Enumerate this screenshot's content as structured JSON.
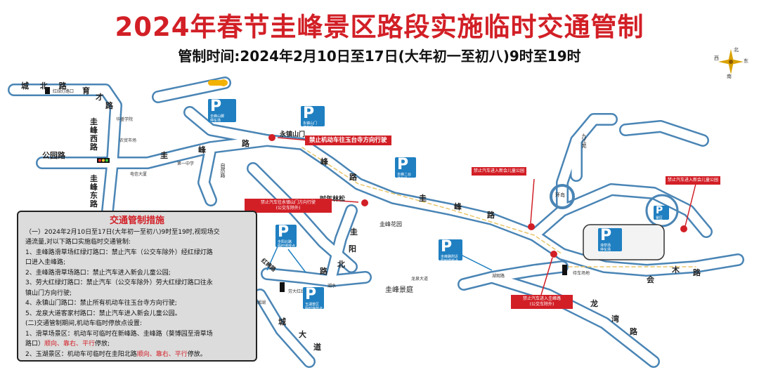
{
  "title": "2024年春节圭峰景区路段实施临时交通管制",
  "subtitle": "管制时间:2024年2月10日至17日(大年初一至初八)9时至19时",
  "compass": {
    "n": "北",
    "s": "南",
    "e": "东",
    "w": "西"
  },
  "roads": {
    "chengbeilu": "城 北 路",
    "yucailu_1": "育",
    "yucailu_2": "才",
    "yucailu_3": "路",
    "guifengxilu_1": "圭",
    "guifengxilu_2": "峰",
    "guifengxilu_3": "西",
    "guifengxilu_4": "路",
    "gongyuanlu": "公园路",
    "guifengdonglu_1": "圭",
    "guifengdonglu_2": "峰",
    "guifengdonglu_3": "东",
    "guifengdonglu_4": "路",
    "guifenglu_1": "圭",
    "guifenglu_2": "峰",
    "guifenglu_3": "路",
    "guifenglu_e1": "圭",
    "guifenglu_e2": "峰",
    "guifenglu_e3": "路",
    "guiyangbeilu_1": "圭",
    "guiyangbeilu_2": "阳",
    "guiyangbeilu_3": "北",
    "guiyangbeilu_4": "路",
    "hongmianlu": "红棉路",
    "longhulu_1": "龙",
    "longhulu_2": "湾",
    "longhulu_3": "路",
    "huimulu_1": "会",
    "huimulu_2": "木",
    "huimulu_3": "路",
    "chengdadao_1": "城",
    "chengdadao_2": "大",
    "chengdadao_3": "道",
    "ziranlu": "自然路",
    "jiujiangyuan": "九江苑",
    "yongzhenshanmen": "永镇山门",
    "shiniandaolu": "时年林松",
    "guifenghuayuan": "圭峰花园",
    "guifengjingting": "圭峰景庭",
    "huanzhen": "环岛",
    "longhu": "湖水"
  },
  "small_labels": {
    "s1": "红绿灯路口",
    "s2": "华盛学院",
    "s3": "农贸市场",
    "s4": "电信大厦",
    "s5": "第一中学",
    "s6": "湖观路",
    "s7": "待车场地",
    "s8": "湘湖",
    "s9": "劳大红绿灯",
    "s10": "龙泉大道"
  },
  "parking": [
    {
      "p": "P",
      "t1": "圭峰山脚",
      "t2": "停车场"
    },
    {
      "p": "P",
      "t1": "永镇山门",
      "t2": "停车场"
    },
    {
      "p": "P",
      "t1": "圭峰二台",
      "t2": "停车场"
    },
    {
      "p": "P",
      "t1": "滑草场",
      "t2": "停车场"
    },
    {
      "p": "P",
      "t1": "圭峰路附近",
      "t2": "临时停放点"
    },
    {
      "p": "P",
      "t1": "圭阳北路",
      "t2": "临时停放点"
    },
    {
      "p": "P",
      "t1": "玉湖景区",
      "t2": "临时停放点"
    },
    {
      "p": "P",
      "t1": "景区",
      "t2": "停车场"
    }
  ],
  "banners": {
    "b1": "禁止机动车往玉台寺方向行驶",
    "b2a": "禁止汽车往永镇山门方向行驶",
    "b2b": "(公交车除外)",
    "b3": "禁止汽车进入新会儿童公园",
    "b4": "禁止汽车进入新会儿童公园",
    "b5a": "禁止汽车进入圭峰路",
    "b5b": "(公交车除外)"
  },
  "panel": {
    "title": "交通管制措施",
    "l1": "（一）2024年2月10日至17日(大年初一至初八)9时至19时,视现场交",
    "l2": "通流量,对以下路口实施临时交通管制:",
    "l3": "1、圭峰路滑草场红绿灯路口：禁止汽车（公交车除外）经红绿灯路",
    "l4": "口进入圭峰路;",
    "l5": "2、圭峰路滑草场路口：禁止汽车进入新会儿童公园;",
    "l6": "3、劳大红绿灯路口：禁止汽车（公交车除外）劳大红绿灯路口往永",
    "l7": "镇山门方向行驶;",
    "l8": "4、永镇山门路口：禁止所有机动车往玉台寺方向行驶;",
    "l9": "5、龙泉大道客家村路口：禁止汽车进入新会儿童公园。",
    "l10": "(二)交通管制期间,机动车临时停放点设置:",
    "l11a": "1、滑草场景区：机动车可临时在新峰路、圭峰路（葵博园至滑草场",
    "l11b": "路口）",
    "l11c": "顺向、靠右、平行",
    "l11d": "停放;",
    "l12a": "2、玉湖景区：机动车可临时在圭阳北路",
    "l12b": "顺向、靠右、平行",
    "l12c": "停放。"
  },
  "colors": {
    "road": "#4a85b5",
    "road_fill": "#ffffff",
    "accent": "#d21f26",
    "parking": "#1f7fc1"
  }
}
